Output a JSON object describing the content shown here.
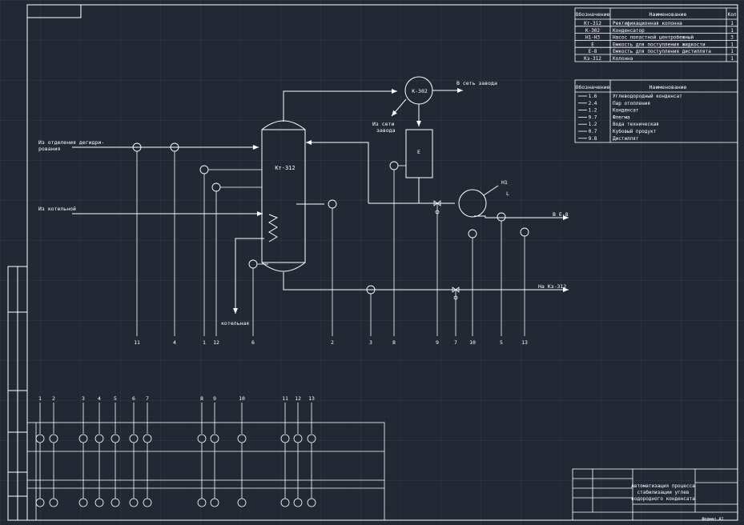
{
  "equipment_table": {
    "headers": [
      "Обозначение",
      "Наименование",
      "Кол"
    ],
    "rows": [
      {
        "code": "Кт-312",
        "name": "Ректификационная колонна",
        "qty": "1"
      },
      {
        "code": "К-302",
        "name": "Конденсатор",
        "qty": "1"
      },
      {
        "code": "Н1-Н3",
        "name": "Насос лопастной центробежный",
        "qty": "3"
      },
      {
        "code": "Е",
        "name": "Емкость для поступления жидкости",
        "qty": "1"
      },
      {
        "code": "Е-8",
        "name": "Емкость для поступления дистиллята",
        "qty": "1"
      },
      {
        "code": "Кз-312",
        "name": "Колонна",
        "qty": "1"
      }
    ]
  },
  "stream_table": {
    "headers": [
      "Обозначение",
      "Наименование"
    ],
    "rows": [
      {
        "code": "1.6",
        "name": "Углеводородный конденсат"
      },
      {
        "code": "2.4",
        "name": "Пар отопления"
      },
      {
        "code": "1.2",
        "name": "Конденсат"
      },
      {
        "code": "9.7",
        "name": "Флегма"
      },
      {
        "code": "1.2",
        "name": "Вода техническая"
      },
      {
        "code": "0.7",
        "name": "Кубовый продукт"
      },
      {
        "code": "9.8",
        "name": "Дистиллят"
      }
    ]
  },
  "labels": {
    "column": "Кт-312",
    "condenser": "К-302",
    "vessel": "Е",
    "pump": "Н1",
    "pump_l": "L",
    "to_water": "В сеть завода",
    "from_water_1": "Из сети",
    "from_water_2": "завода",
    "from_dehydration_1": "Из отделения дегидри-",
    "from_dehydration_2": "рования",
    "from_boiler": "Из котельной",
    "to_boiler": "котельная",
    "to_e8": "В Е-8",
    "to_kz312": "На Кз-312"
  },
  "line_numbers": [
    "11",
    "4",
    "1",
    "12",
    "6",
    "2",
    "3",
    "8",
    "9",
    "7",
    "10",
    "5",
    "13"
  ],
  "panel_numbers": [
    "1",
    "2",
    "3",
    "4",
    "5",
    "6",
    "7",
    "8",
    "9",
    "10",
    "11",
    "12",
    "13"
  ],
  "title_block": {
    "title_1": "Автоматизация процесса",
    "title_2": "стабилизации углев",
    "title_3": "водородного конденсата",
    "format": "Формат А1"
  }
}
